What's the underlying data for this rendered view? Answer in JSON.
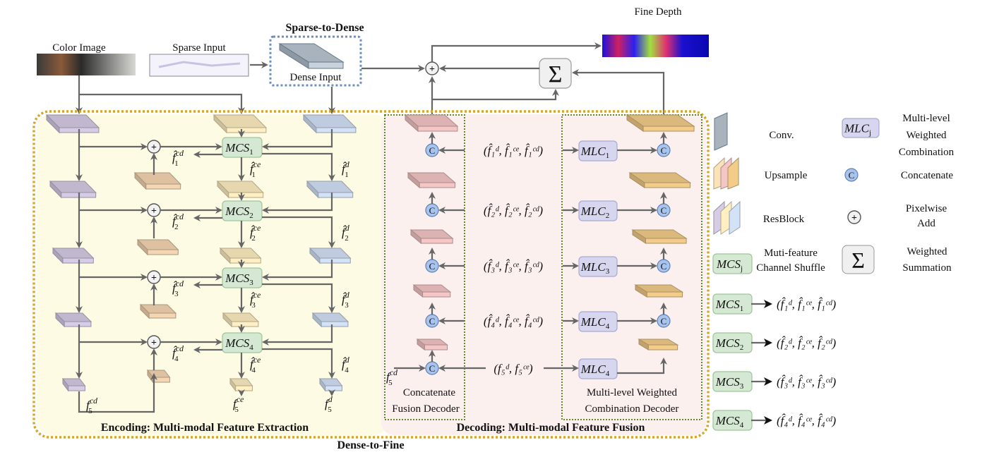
{
  "title_top": "Sparse-to-Dense",
  "title_bottom": "Dense-to-Fine",
  "inputs": {
    "color_image": "Color Image",
    "sparse_input": "Sparse Input",
    "dense_input": "Dense Input",
    "fine_depth": "Fine Depth"
  },
  "sections": {
    "encoding": "Encoding: Multi-modal Feature Extraction",
    "decoding": "Decoding: Multi-modal Feature Fusion",
    "concat_decoder_line1": "Concatenate",
    "concat_decoder_line2": "Fusion Decoder",
    "mlc_decoder_line1": "Multi-level Weighted",
    "mlc_decoder_line2": "Combination Decoder"
  },
  "symbols": {
    "plus": "+",
    "concat": "C",
    "sigma": "Σ"
  },
  "mcs_blocks": [
    {
      "base": "MCS",
      "sub": "1"
    },
    {
      "base": "MCS",
      "sub": "2"
    },
    {
      "base": "MCS",
      "sub": "3"
    },
    {
      "base": "MCS",
      "sub": "4"
    }
  ],
  "mlc_blocks": [
    {
      "base": "MLC",
      "sub": "1"
    },
    {
      "base": "MLC",
      "sub": "2"
    },
    {
      "base": "MLC",
      "sub": "3"
    },
    {
      "base": "MLC",
      "sub": "4"
    },
    {
      "base": "MLC",
      "sub": "4"
    }
  ],
  "encoder_labels": {
    "fcd": [
      {
        "sup": "cd",
        "sub": "1"
      },
      {
        "sup": "cd",
        "sub": "2"
      },
      {
        "sup": "cd",
        "sub": "3"
      },
      {
        "sup": "cd",
        "sub": "4"
      }
    ],
    "fce": [
      {
        "sup": "ce",
        "sub": "1"
      },
      {
        "sup": "ce",
        "sub": "2"
      },
      {
        "sup": "ce",
        "sub": "3"
      },
      {
        "sup": "ce",
        "sub": "4"
      }
    ],
    "fd": [
      {
        "sup": "d",
        "sub": "1"
      },
      {
        "sup": "d",
        "sub": "2"
      },
      {
        "sup": "d",
        "sub": "3"
      },
      {
        "sup": "d",
        "sub": "4"
      }
    ],
    "f5cd": {
      "sup": "cd",
      "sub": "5"
    },
    "f5ce": {
      "sup": "ce",
      "sub": "5"
    },
    "f5d": {
      "sup": "d",
      "sub": "5"
    }
  },
  "tuples": [
    "(f̂₁ᵈ, f̂₁ᶜᵉ, f̂₁ᶜᵈ)",
    "(f̂₂ᵈ, f̂₂ᶜᵉ, f̂₂ᶜᵈ)",
    "(f̂₃ᵈ, f̂₃ᶜᵉ, f̂₃ᶜᵈ)",
    "(f̂₄ᵈ, f̂₄ᶜᵉ, f̂₄ᶜᵈ)",
    "(f₅ᵈ, f₅ᶜᵉ)"
  ],
  "legend": {
    "conv": "Conv.",
    "upsample": "Upsample",
    "resblock": "ResBlock",
    "mcs": {
      "base": "MCS",
      "sub": "j",
      "line1": "Muti-feature",
      "line2": "Channel Shuffle"
    },
    "mlc": {
      "base": "MLC",
      "sub": "j",
      "line1": "Multi-level",
      "line2": "Weighted",
      "line3": "Combination"
    },
    "concatenate": "Concatenate",
    "pixelwise_add_line1": "Pixelwise",
    "pixelwise_add_line2": "Add",
    "weighted_sum_line1": "Weighted",
    "weighted_sum_line2": "Summation",
    "mcs_outputs": [
      {
        "block": {
          "base": "MCS",
          "sub": "1"
        },
        "tuple": "(f̂₁ᵈ, f̂₁ᶜᵉ, f̂₁ᶜᵈ)"
      },
      {
        "block": {
          "base": "MCS",
          "sub": "2"
        },
        "tuple": "(f̂₂ᵈ, f̂₂ᶜᵉ, f̂₂ᶜᵈ)"
      },
      {
        "block": {
          "base": "MCS",
          "sub": "3"
        },
        "tuple": "(f̂₃ᵈ, f̂₃ᶜᵉ, f̂₃ᶜᵈ)"
      },
      {
        "block": {
          "base": "MCS",
          "sub": "4"
        },
        "tuple": "(f̂₄ᵈ, f̂₄ᶜᵉ, f̂₄ᶜᵈ)"
      }
    ]
  },
  "colors": {
    "resblock_purple": "#d6cce6",
    "resblock_yellow": "#ffefc2",
    "resblock_blue": "#d4e2f7",
    "upsample_orange": "#f5d6b3",
    "decoder_red": "#f4c6c6",
    "decoder_orange": "#f3cc8a",
    "conv_gray": "#a9b3bd",
    "mcs_green": "#d5e8d4",
    "mlc_lavender": "#d6d6ee",
    "concat_blue": "#a9c4ec",
    "encoding_bg": "#fdfbe3",
    "decoding_bg": "#fcf0ef",
    "border_gold": "#d4a52a",
    "border_green": "#5a8a2a",
    "sparse_dense_blue": "#6c8ebf",
    "arrow_gray": "#666666"
  }
}
